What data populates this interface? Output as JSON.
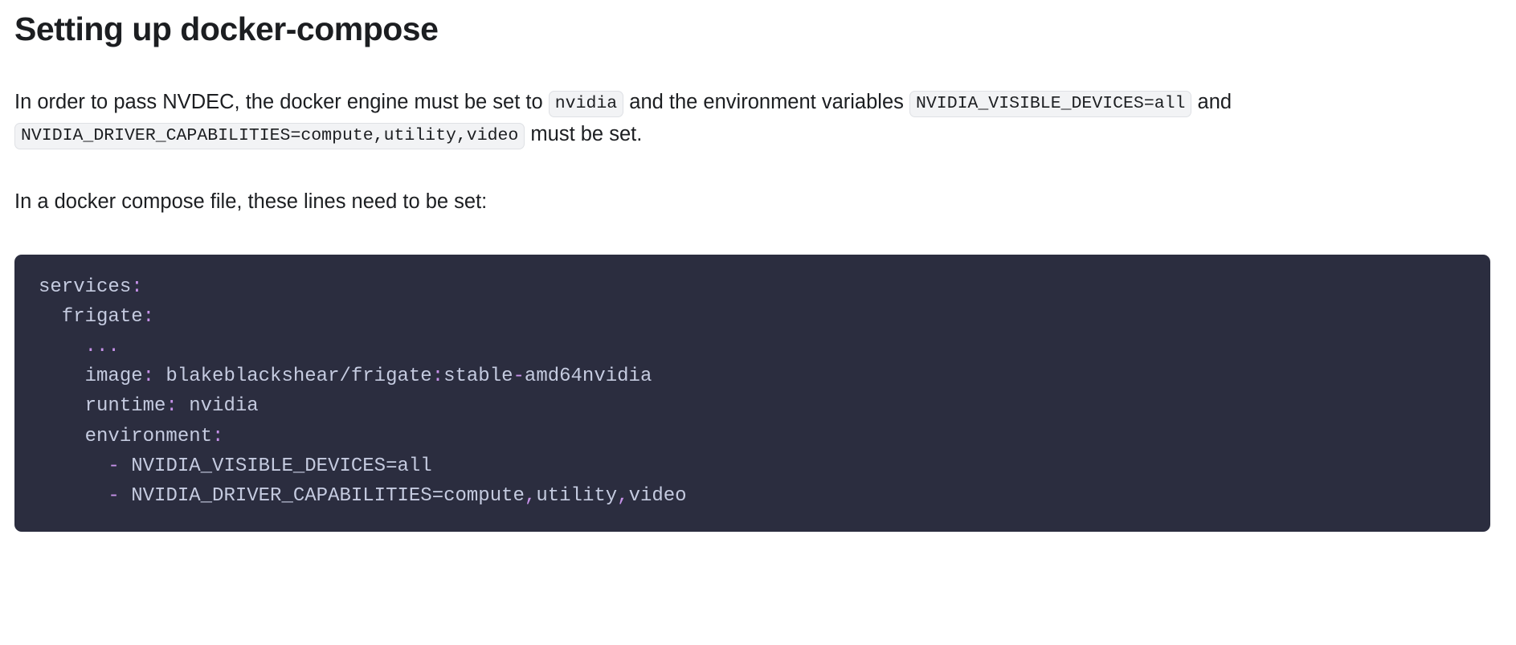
{
  "heading": "Setting up docker-compose",
  "paragraphs": {
    "p1": {
      "part1": "In order to pass NVDEC, the docker engine must be set to ",
      "chip1": "nvidia",
      "part2": " and the environment variables ",
      "chip2": "NVIDIA_VISIBLE_DEVICES=all",
      "part3": " and ",
      "chip3": "NVIDIA_DRIVER_CAPABILITIES=compute,utility,video",
      "part4": " must be set."
    },
    "p2": "In a docker compose file, these lines need to be set:"
  },
  "code_block": {
    "language": "yaml",
    "background_color": "#2b2d3f",
    "text_color": "#c5cbe0",
    "punctuation_color": "#c792ea",
    "lines": [
      [
        {
          "t": "services",
          "c": "plain"
        },
        {
          "t": ":",
          "c": "punct"
        }
      ],
      [
        {
          "t": "  frigate",
          "c": "plain"
        },
        {
          "t": ":",
          "c": "punct"
        }
      ],
      [
        {
          "t": "    ",
          "c": "plain"
        },
        {
          "t": "...",
          "c": "punct"
        }
      ],
      [
        {
          "t": "    image",
          "c": "plain"
        },
        {
          "t": ":",
          "c": "punct"
        },
        {
          "t": " blakeblackshear/frigate",
          "c": "plain"
        },
        {
          "t": ":",
          "c": "punct"
        },
        {
          "t": "stable",
          "c": "plain"
        },
        {
          "t": "-",
          "c": "punct"
        },
        {
          "t": "amd64nvidia",
          "c": "plain"
        }
      ],
      [
        {
          "t": "    runtime",
          "c": "plain"
        },
        {
          "t": ":",
          "c": "punct"
        },
        {
          "t": " nvidia",
          "c": "plain"
        }
      ],
      [
        {
          "t": "    environment",
          "c": "plain"
        },
        {
          "t": ":",
          "c": "punct"
        }
      ],
      [
        {
          "t": "      ",
          "c": "plain"
        },
        {
          "t": "-",
          "c": "punct"
        },
        {
          "t": " NVIDIA_VISIBLE_DEVICES=all",
          "c": "plain"
        }
      ],
      [
        {
          "t": "      ",
          "c": "plain"
        },
        {
          "t": "-",
          "c": "punct"
        },
        {
          "t": " NVIDIA_DRIVER_CAPABILITIES=compute",
          "c": "plain"
        },
        {
          "t": ",",
          "c": "punct"
        },
        {
          "t": "utility",
          "c": "plain"
        },
        {
          "t": ",",
          "c": "punct"
        },
        {
          "t": "video",
          "c": "plain"
        }
      ]
    ]
  }
}
